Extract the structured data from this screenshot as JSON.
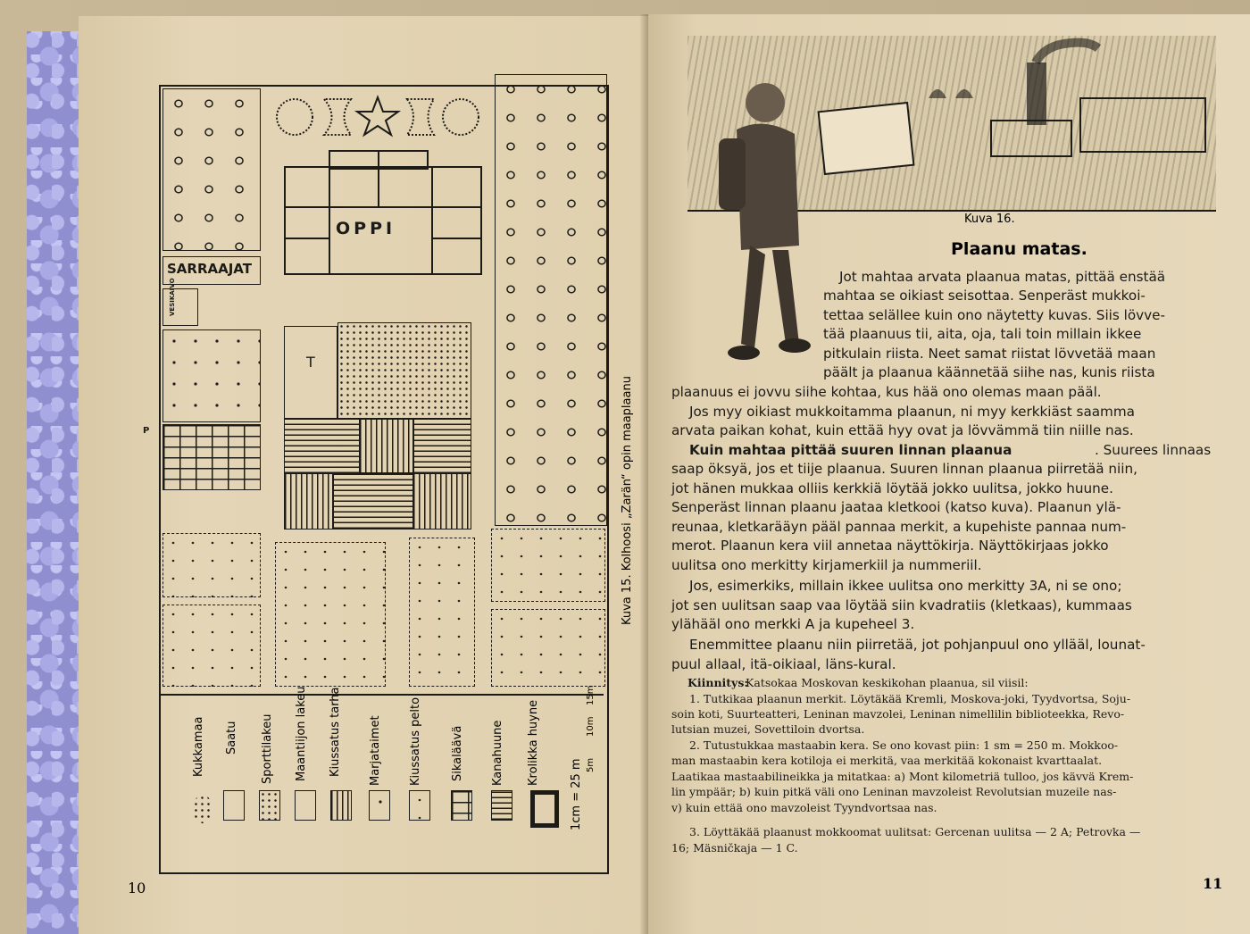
{
  "left_page": {
    "page_number": "10",
    "vertical_caption": "Kuva 15. Kolhoosi „Zarän“ opin maaplaanu",
    "map_labels": {
      "school": "OPPI",
      "greenhouses": "SARRAAJAT",
      "well": "VESIKAIVO",
      "plot_t": "T",
      "p": "P"
    },
    "legend": [
      {
        "label": "Kukkamaa",
        "icon": "stipple-circle-icon"
      },
      {
        "label": "Saatu",
        "icon": "tree-circles-icon"
      },
      {
        "label": "Sporttilakeu",
        "icon": "stipple-square-icon"
      },
      {
        "label": "Maantiijon lakeu",
        "icon": "survey-marks-icon"
      },
      {
        "label": "Kiussatus tarha",
        "icon": "vertical-lines-icon"
      },
      {
        "label": "Marjataimet",
        "icon": "triangles-icon"
      },
      {
        "label": "Kiussatus pelto",
        "icon": "dots-square-icon"
      },
      {
        "label": "Sikaläävä",
        "icon": "brick-icon"
      },
      {
        "label": "Kanahuune",
        "icon": "horizontal-lines-icon"
      },
      {
        "label": "Krolikka huyne",
        "icon": "frame-icon"
      }
    ],
    "scale": "1cm = 25 m",
    "scale_marks": [
      "5m",
      "10m",
      "15m"
    ]
  },
  "right_page": {
    "page_number": "11",
    "figure_caption": "Kuva 16.",
    "heading": "Plaanu matas.",
    "paragraph1": [
      "Jot mahtaa arvata plaanua matas, pittää enstää",
      "mahtaa se oikiast seisottaa. Senperäst mukkoi-",
      "tettaa selällee kuin ono näytetty kuvas. Siis lövve-",
      "tää plaanuus tii, aita, oja, tali toin millain ikkee",
      "pitkulain riista. Neet samat riistat lövvetää maan",
      "päält ja plaanua käännetää siihe nas, kunis riista",
      "plaanuus ei jovvu siihe kohtaa, kus hää ono olemas maan pääl."
    ],
    "paragraph2": [
      "Jos myy oikiast mukkoitamma plaanun, ni myy kerkkiäst saamma",
      "arvata paikan kohat, kuin ettää hyy ovat ja lövvämmä tiin niille nas."
    ],
    "paragraph3_bold": "Kuin mahtaa pittää suuren linnan plaanua",
    "paragraph3": [
      ". Suurees linnaas",
      "saap öksyä, jos et tiije plaanua. Suuren linnan plaanua piirretää niin,",
      "jot hänen mukkaa olliis kerkkiä löytää jokko uulitsa, jokko huune.",
      "Senperäst linnan plaanu jaataa kletkooi (katso kuva). Plaanun ylä-",
      "reunaa, kletkarääyn pääl pannaa merkit, a kupehiste pannaa num-",
      "merot. Plaanun kera viil annetaa näyttökirja. Näyttökirjaas jokko",
      "uulitsa ono merkitty kirjamerkiil ja nummeriil."
    ],
    "paragraph4": [
      "Jos, esimerkiks, millain ikkee uulitsa ono merkitty 3A, ni se ono;",
      "jot sen uulitsan saap vaa löytää siin kvadratiis (kletkaas), kummaas",
      "ylähääl ono merkki A ja kupeheel 3."
    ],
    "paragraph5": [
      "Enemmittee plaanu niin piirretää, jot pohjanpuul ono yllääl, lounat-",
      "puul allaal, itä-oikiaal, läns-kural."
    ],
    "exercise_title": "Kiinnitys:",
    "exercise_intro": " Katsokaa Moskovan keskikohan plaanua, sil viisil:",
    "exercise_lines": [
      "1. Tutkikaa plaanun merkit. Löytäkää Kremli, Moskova-joki, Tyydvortsa, Soju-",
      "soin koti, Suurteatteri, Leninan mavzolei, Leninan nimellilin biblioteekka, Revo-",
      "lutsian muzei, Sovettiloin dvortsa.",
      "2. Tutustukkaa mastaabin kera. Se ono kovast piin: 1 sm = 250 m. Mokkoo-",
      "man mastaabin kera kotiloja ei merkitä, vaa merkitää kokonaist kvarttaalat.",
      "Laatikaa mastaabilineikka ja mitatkaa: a) Mont kilometriä tulloo, jos kävvä Krem-",
      "lin ympäär; b) kuin pitkä väli ono Leninan mavzoleist Revolutsian muzeile nas-",
      "v) kuin ettää ono mavzoleist Tyyndvortsaa nas.",
      "3. Löyttäkää plaanust mokkoomat uulitsat: Gercenan uulitsa — 2 A; Petrovka —",
      "16; Mäsničkaja — 1 C."
    ]
  }
}
